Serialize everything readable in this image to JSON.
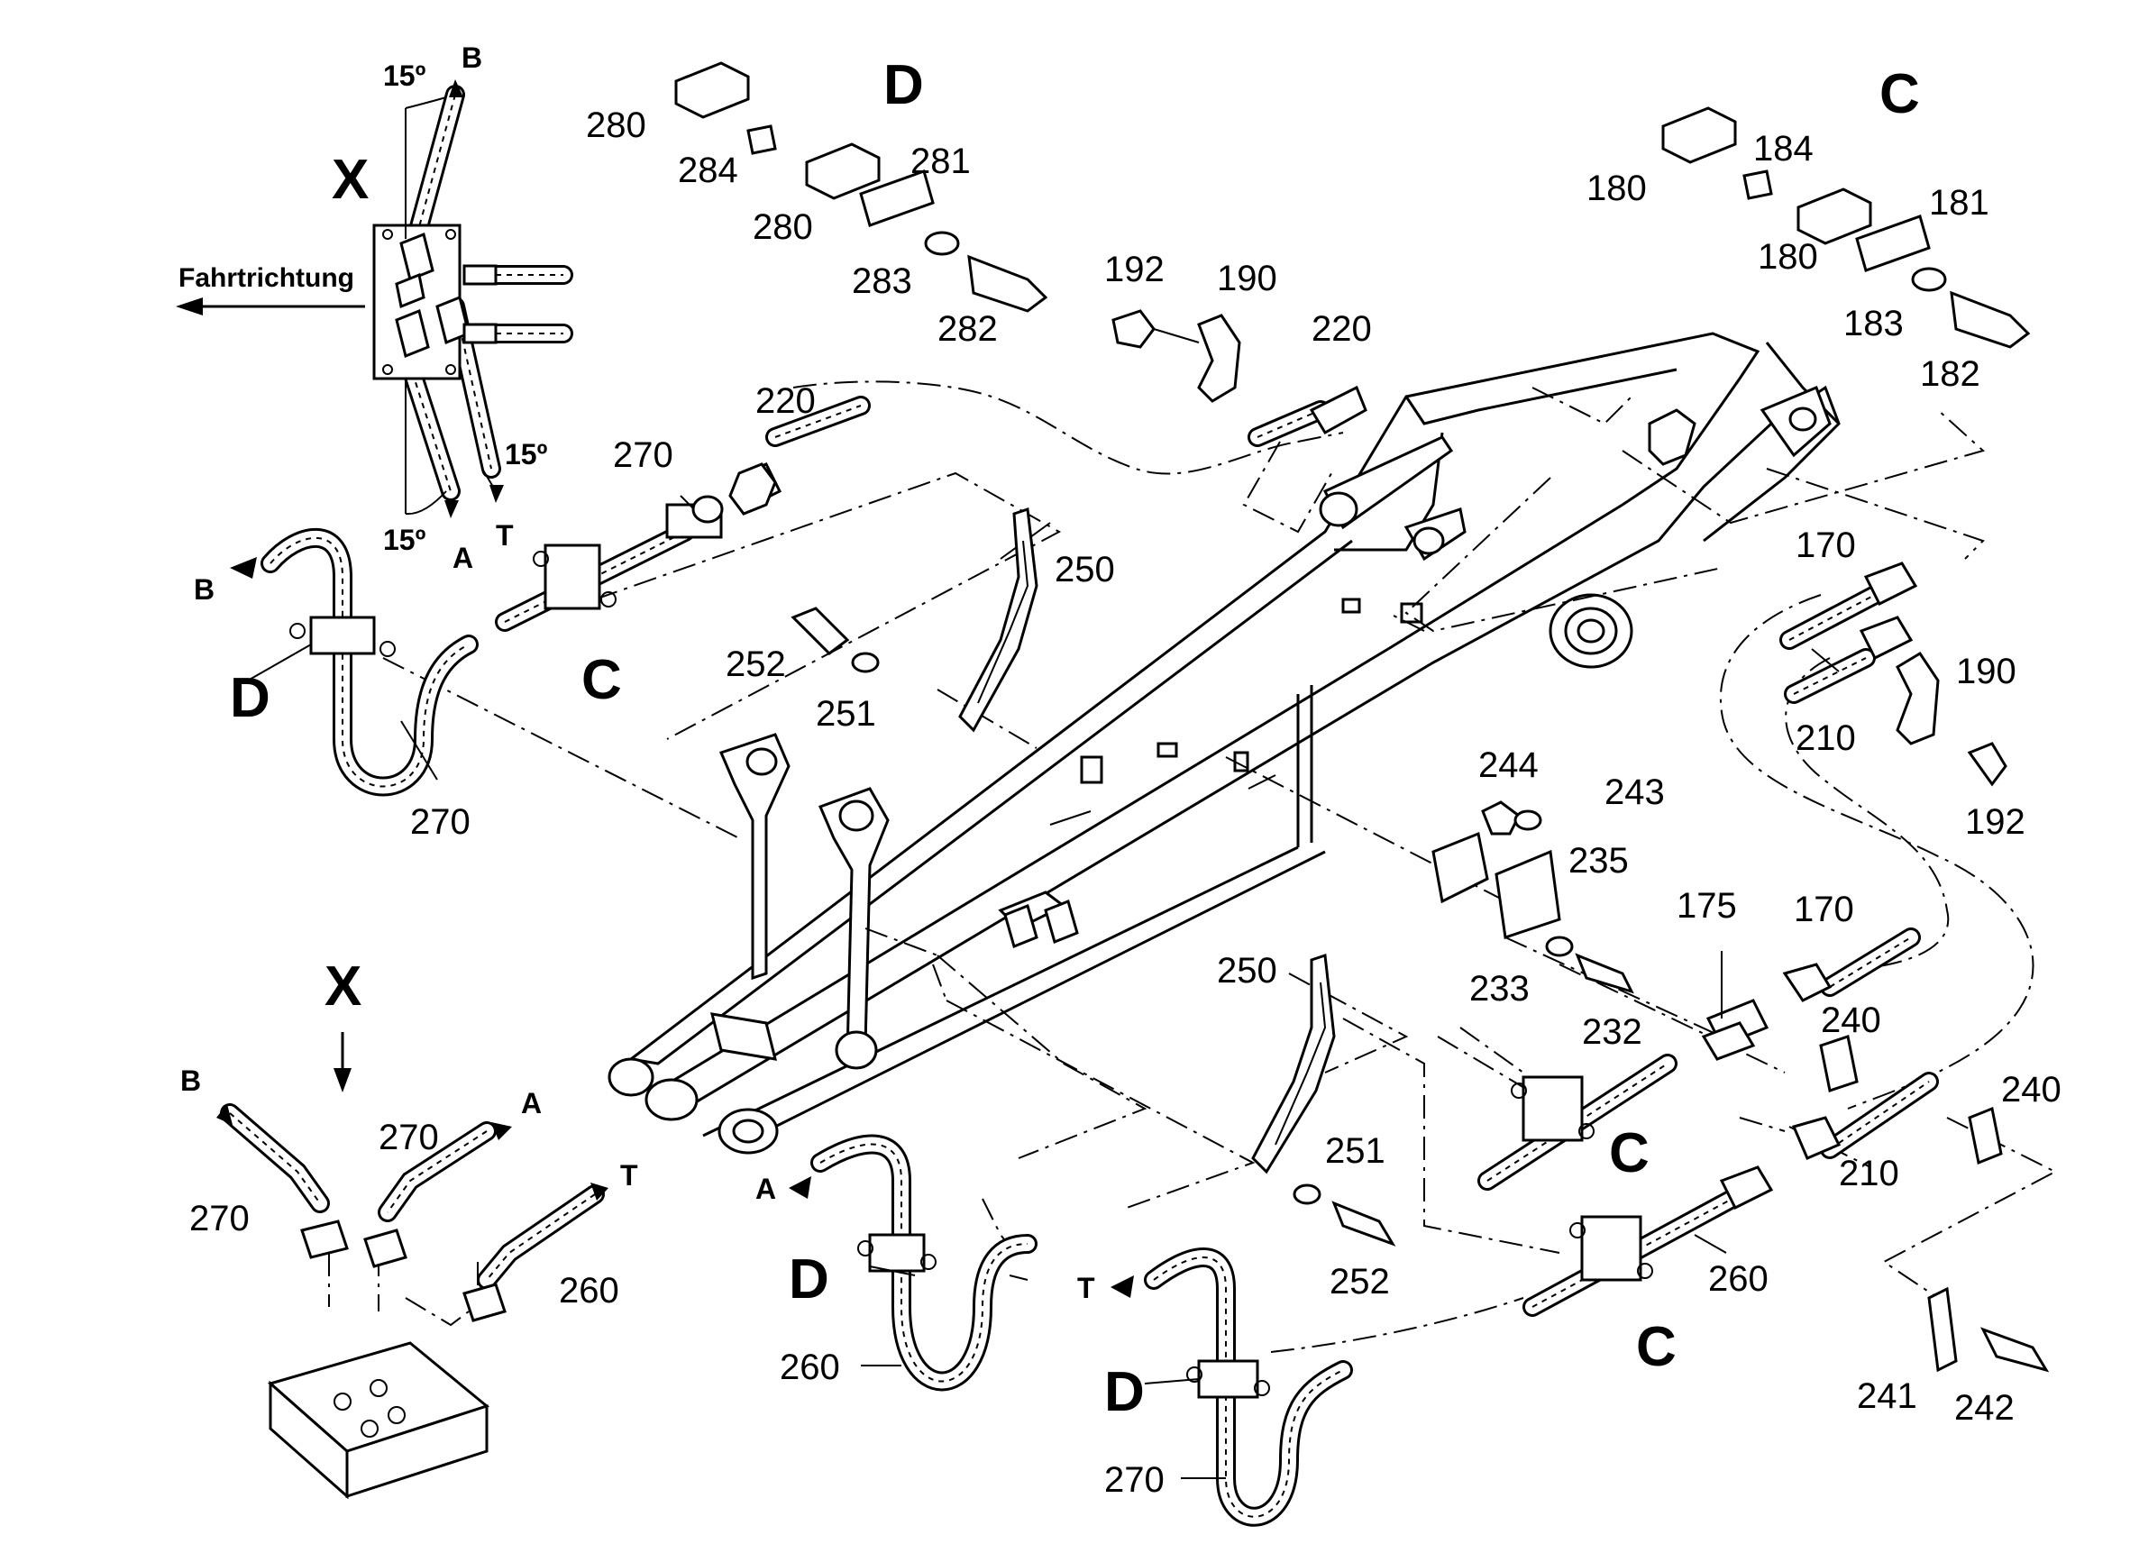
{
  "view_x": {
    "title": "X",
    "direction_label": "Fahrtrichtung",
    "ports": [
      "B",
      "A",
      "T"
    ],
    "angles": [
      "15º",
      "15º",
      "15º"
    ]
  },
  "detail_d": {
    "title": "D",
    "labels": [
      "280",
      "284",
      "280",
      "281",
      "283",
      "282"
    ]
  },
  "detail_c": {
    "title": "C",
    "labels": [
      "180",
      "184",
      "180",
      "181",
      "183",
      "182"
    ]
  },
  "callouts": [
    "192",
    "190",
    "220",
    "220",
    "270",
    "250",
    "252",
    "251",
    "270",
    "170",
    "190",
    "210",
    "192",
    "244",
    "243",
    "235",
    "175",
    "170",
    "233",
    "232",
    "240",
    "250",
    "251",
    "252",
    "210",
    "240",
    "260",
    "241",
    "242",
    "270",
    "260",
    "260",
    "270",
    "270"
  ],
  "letters": [
    "B",
    "D",
    "C",
    "X",
    "B",
    "A",
    "T",
    "A",
    "D",
    "T",
    "D",
    "C",
    "C"
  ],
  "icons": [
    "arrow-left-icon",
    "arrow-down-icon",
    "port-arrow-icon"
  ]
}
